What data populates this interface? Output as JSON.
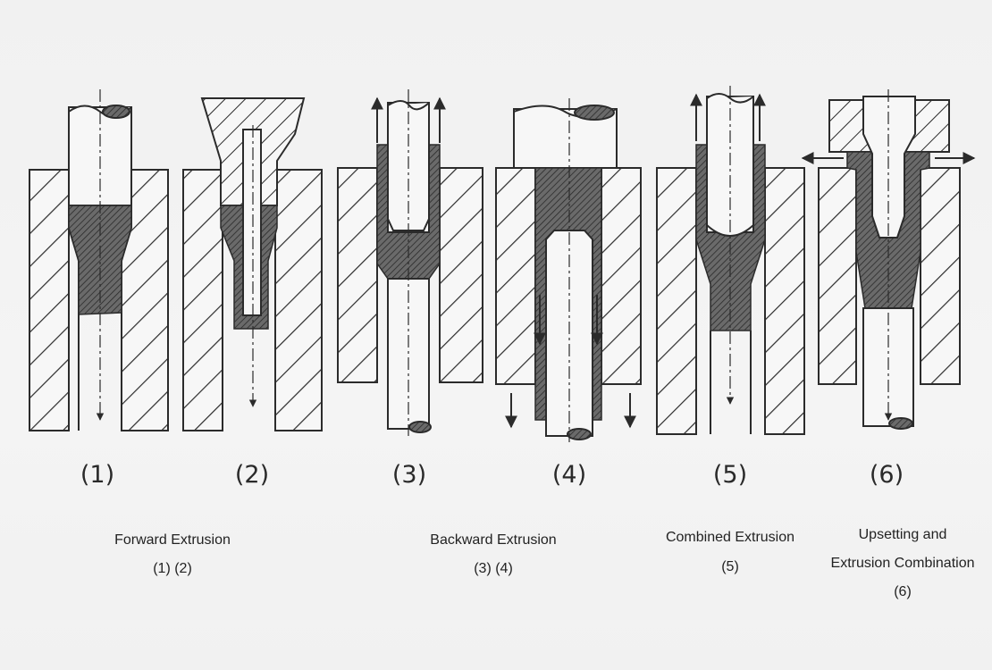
{
  "figures": [
    {
      "number": "(1)"
    },
    {
      "number": "(2)"
    },
    {
      "number": "(3)"
    },
    {
      "number": "(4)"
    },
    {
      "number": "(5)"
    },
    {
      "number": "(6)"
    }
  ],
  "captions": {
    "forward": {
      "title": "Forward Extrusion",
      "refs": "(1) (2)"
    },
    "backward": {
      "title": "Backward Extrusion",
      "refs": "(3) (4)"
    },
    "combined": {
      "title": "Combined Extrusion",
      "refs": "(5)"
    },
    "upsetting": {
      "title_line1": "Upsetting and",
      "title_line2": "Extrusion Combination",
      "refs": "(6)"
    }
  },
  "colors": {
    "line": "#2b2b2b",
    "metal": "#555555",
    "die_hatch": "#2b2b2b",
    "background": "#f3f3f3"
  }
}
